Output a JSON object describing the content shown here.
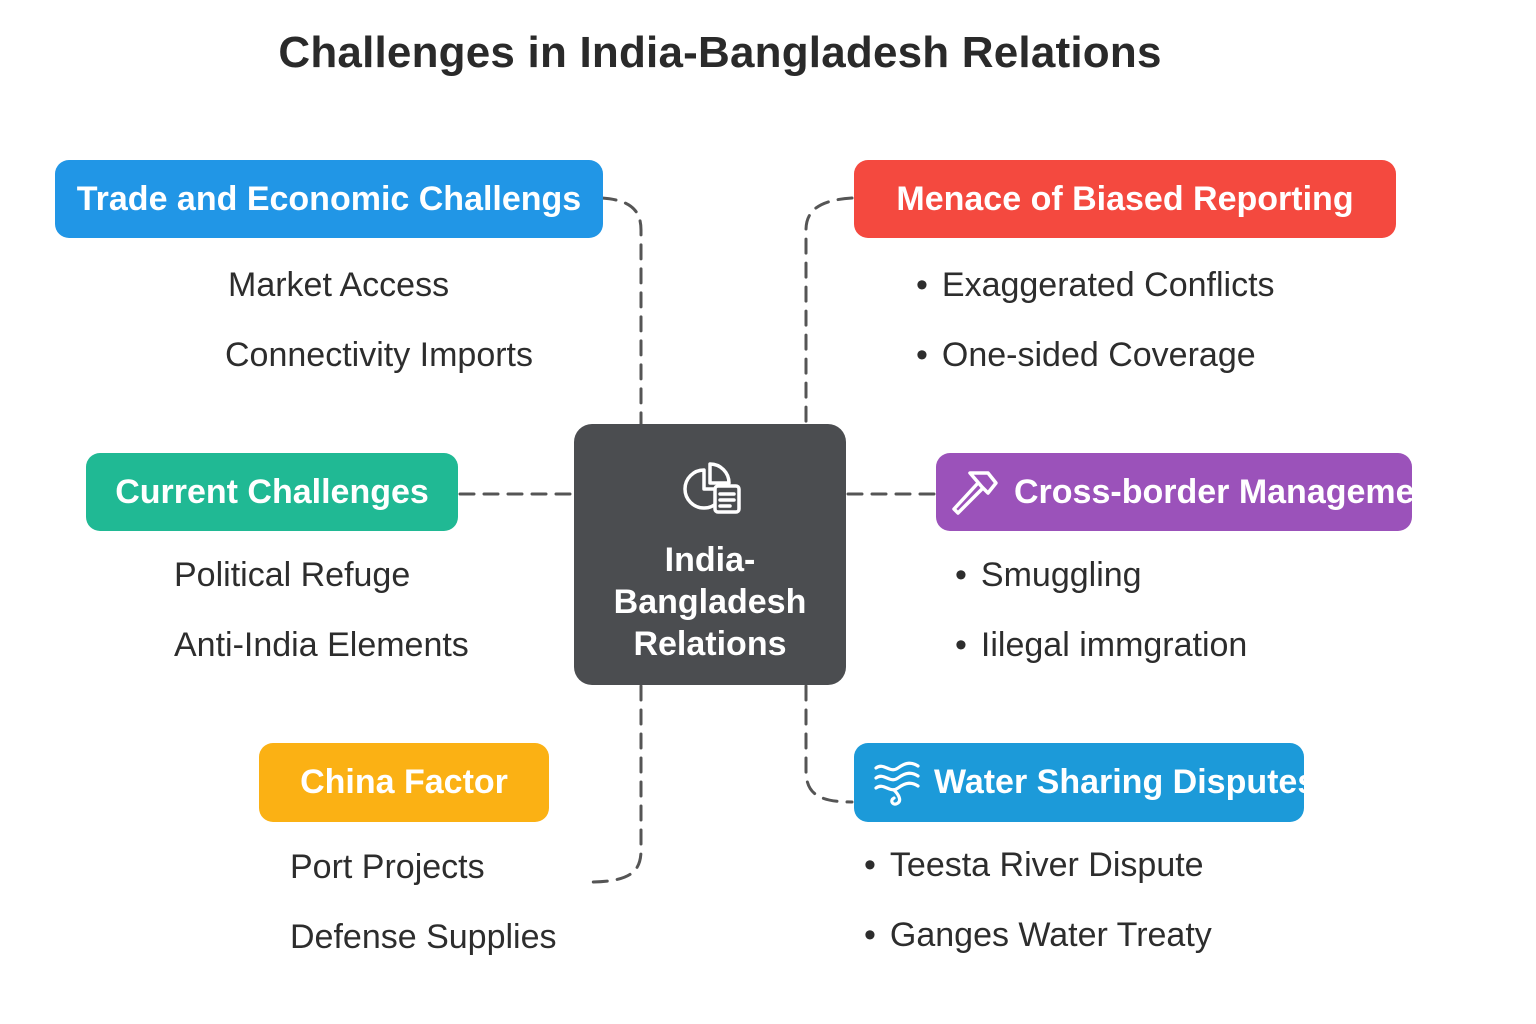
{
  "title": "Challenges in India-Bangladesh Relations",
  "center": {
    "label_line1": "India-",
    "label_line2": "Bangladesh",
    "label_line3": "Relations",
    "icon": "pie-chart-document-icon"
  },
  "nodes": {
    "trade": {
      "label": "Trade and Economic Challengs",
      "color": "#2196e6",
      "items": [
        "Market Access",
        "Connectivity Imports"
      ]
    },
    "current": {
      "label": "Current Challenges",
      "color": "#20b994",
      "items": [
        "Political Refuge",
        "Anti-India Elements"
      ]
    },
    "china": {
      "label": "China Factor",
      "color": "#fbb114",
      "items": [
        "Port Projects",
        "Defense Supplies"
      ]
    },
    "media": {
      "label": "Menace of Biased Reporting",
      "color": "#f4493f",
      "items": [
        "Exaggerated Conflicts",
        "One-sided Coverage"
      ]
    },
    "border": {
      "label": "Cross-border Managemen",
      "color": "#9b52ba",
      "icon": "hammer-icon",
      "items": [
        "Smuggling",
        "Iilegal immgration"
      ]
    },
    "water": {
      "label": "Water Sharing Disputes",
      "color": "#1c9ad9",
      "icon": "water-waves-icon",
      "items": [
        "Teesta River Dispute",
        "Ganges Water Treaty"
      ]
    }
  },
  "bullet_char": "•",
  "connector_color": "#555555"
}
